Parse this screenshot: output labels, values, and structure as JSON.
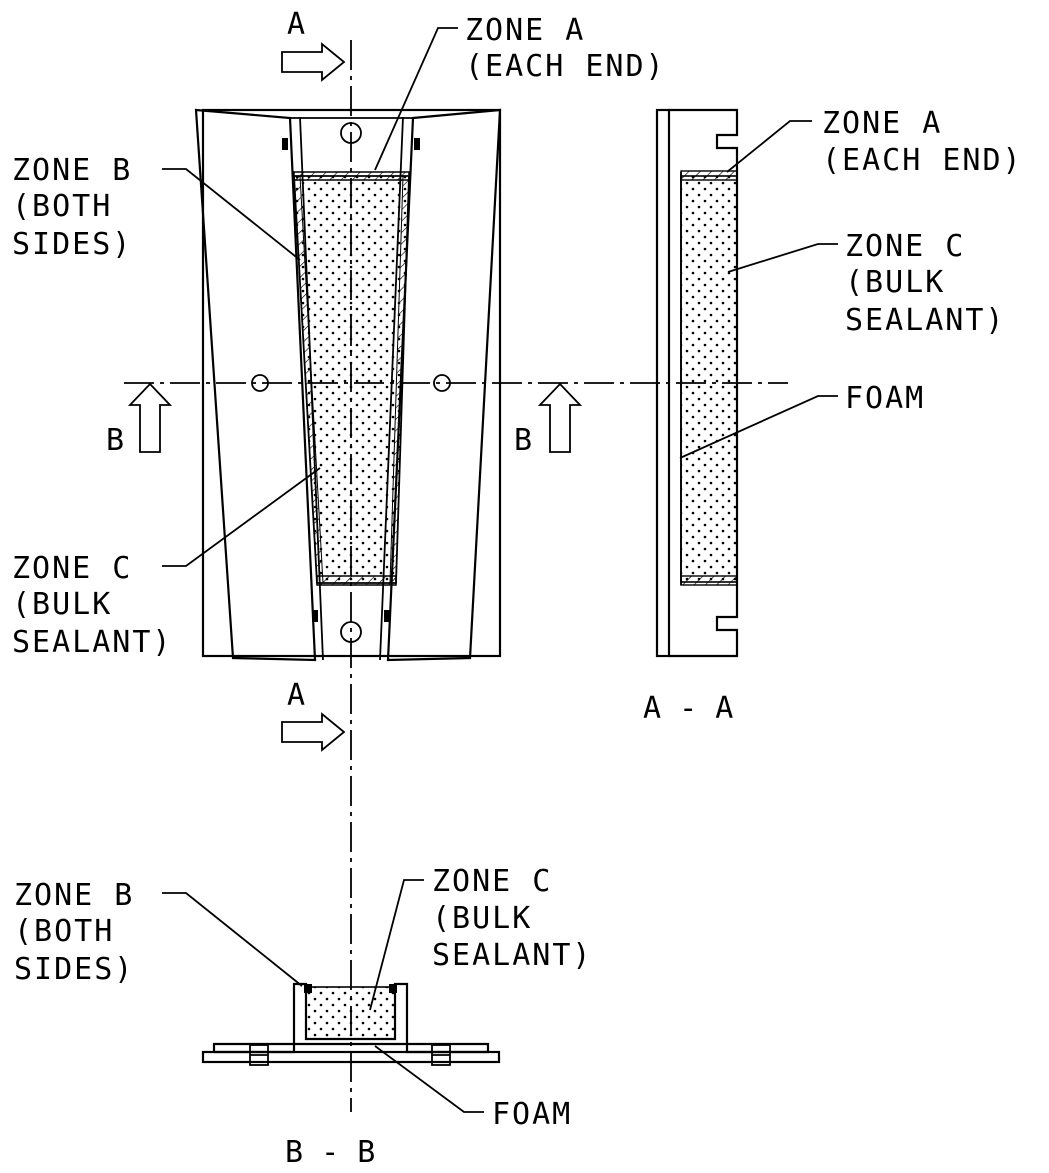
{
  "labels": {
    "zone_a_top_l1": "ZONE A",
    "zone_a_top_l2": "(EACH END)",
    "zone_b_left_l1": "ZONE B",
    "zone_b_left_l2": "(BOTH",
    "zone_b_left_l3": "SIDES)",
    "zone_c_left_l1": "ZONE C",
    "zone_c_left_l2": "(BULK",
    "zone_c_left_l3": "SEALANT)",
    "zone_a_right_l1": "ZONE A",
    "zone_a_right_l2": "(EACH END)",
    "zone_c_right_l1": "ZONE C",
    "zone_c_right_l2": "(BULK",
    "zone_c_right_l3": "SEALANT)",
    "foam_right": "FOAM",
    "zone_b_bottom_l1": "ZONE B",
    "zone_b_bottom_l2": "(BOTH",
    "zone_b_bottom_l3": "SIDES)",
    "zone_c_bottom_l1": "ZONE C",
    "zone_c_bottom_l2": "(BULK",
    "zone_c_bottom_l3": "SEALANT)",
    "foam_bottom": "FOAM"
  },
  "section_markers": {
    "a_top": "A",
    "a_bottom": "A",
    "b_left": "B",
    "b_right": "B"
  },
  "view_titles": {
    "section_a": "A - A",
    "section_b": "B - B"
  }
}
